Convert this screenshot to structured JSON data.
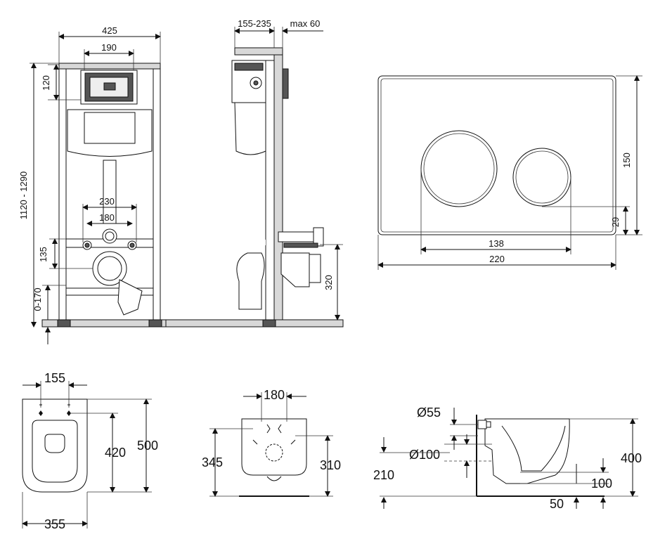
{
  "front_view": {
    "width": "425",
    "button_width": "190",
    "top_offset": "120",
    "height_range": "1120 - 1290",
    "drain_centers_outer": "230",
    "drain_centers_inner": "180",
    "outlet_height": "135",
    "foot_adjust": "0-170"
  },
  "side_view": {
    "depth_range": "155-235",
    "max_wall": "max 60",
    "outlet_height": "320"
  },
  "flush_plate": {
    "height": "150",
    "width": "220",
    "buttons_span": "138",
    "button_offset": "29"
  },
  "toilet_top": {
    "hole_spacing": "155",
    "length_inner": "420",
    "length_total": "500",
    "width": "355"
  },
  "toilet_rear": {
    "hole_spacing": "180",
    "height_left": "345",
    "height_right": "310"
  },
  "toilet_side": {
    "inlet_diameter": "Ø55",
    "outlet_diameter": "Ø100",
    "outlet_height": "210",
    "total_height": "400",
    "bottom_offset": "100",
    "gap": "50"
  }
}
